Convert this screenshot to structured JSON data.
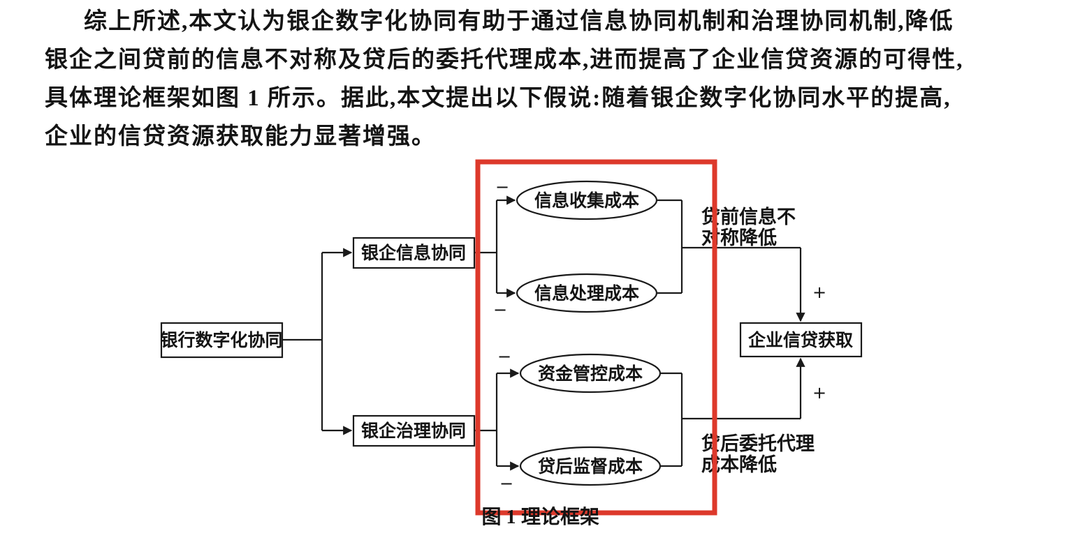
{
  "paragraph": {
    "lines": [
      "综上所述,本文认为银企数字化协同有助于通过信息协同机制和治理协同机制,降低",
      "银企之间贷前的信息不对称及贷后的委托代理成本,进而提高了企业信贷资源的可得性,",
      "具体理论框架如图 1 所示。据此,本文提出以下假说:随着银企数字化协同水平的提高,",
      "企业的信贷资源获取能力显著增强。"
    ]
  },
  "diagram": {
    "nodes": {
      "bank_digital": "银行数字化协同",
      "info_synergy": "银企信息协同",
      "governance_synergy": "银企治理协同",
      "credit_access": "企业信贷获取"
    },
    "ellipses": {
      "info_collection": "信息收集成本",
      "info_processing": "信息处理成本",
      "fund_control": "资金管控成本",
      "post_loan_supervision": "贷后监督成本"
    },
    "labels": {
      "pre_loan_line1": "贷前信息不",
      "pre_loan_line2": "对称降低",
      "post_loan_line1": "贷后委托代理",
      "post_loan_line2": "成本降低",
      "minus": "−",
      "plus": "+"
    },
    "highlight_color": "#dd392b"
  },
  "caption": {
    "figure_label": "图 1",
    "figure_title": "理论框架"
  }
}
